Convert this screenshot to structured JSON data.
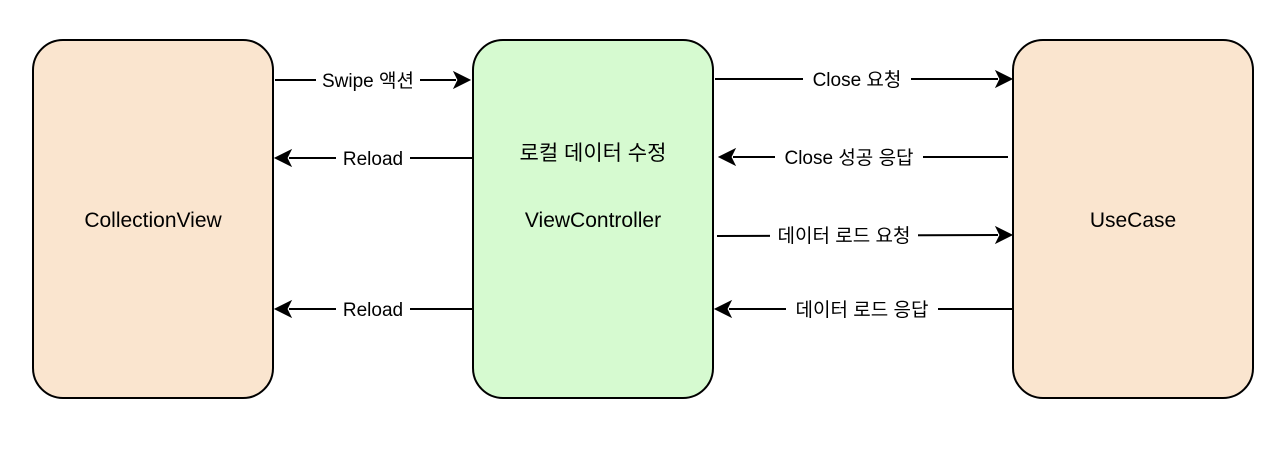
{
  "colors": {
    "side_box_fill": "#fae5cf",
    "center_box_fill": "#d6fad0",
    "stroke": "#000000"
  },
  "nodes": {
    "collection_view": {
      "label": "CollectionView"
    },
    "view_controller": {
      "title": "로컬 데이터 수정",
      "label": "ViewController"
    },
    "use_case": {
      "label": "UseCase"
    }
  },
  "edges": {
    "swipe": {
      "label": "Swipe 액션"
    },
    "reload_top": {
      "label": "Reload"
    },
    "reload_bottom": {
      "label": "Reload"
    },
    "close_request": {
      "label": "Close 요청"
    },
    "close_success": {
      "label": "Close 성공 응답"
    },
    "data_load_request": {
      "label": "데이터 로드 요청"
    },
    "data_load_response": {
      "label": "데이터 로드 응답"
    }
  }
}
